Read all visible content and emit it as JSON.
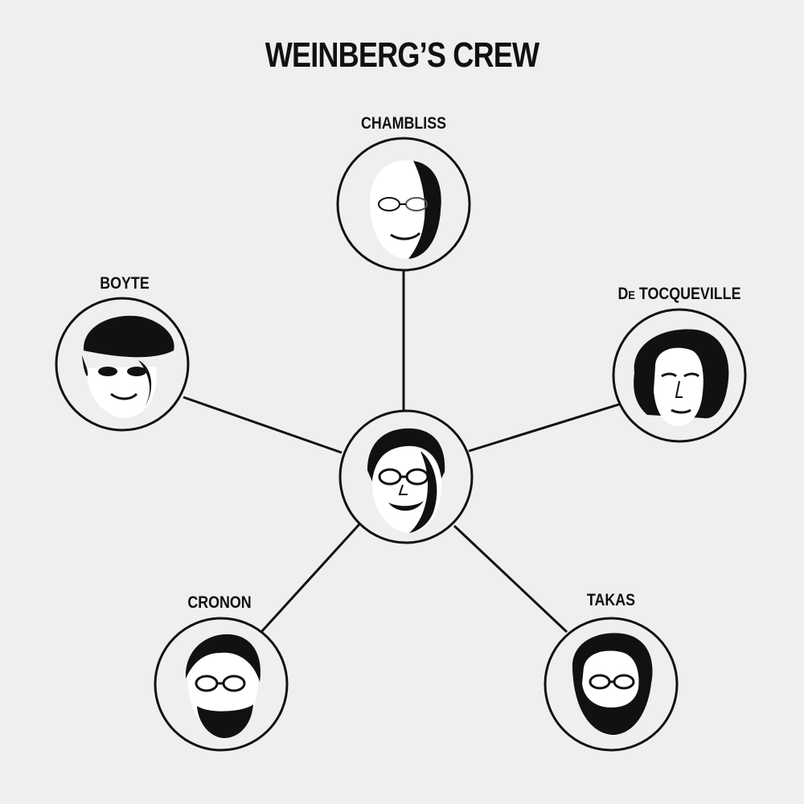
{
  "title": "WEINBERG’S CREW",
  "center": {
    "name": ""
  },
  "nodes": [
    {
      "id": "chambliss",
      "label": "CHAMBLISS"
    },
    {
      "id": "boyte",
      "label": "BOYTE"
    },
    {
      "id": "detocqueville",
      "label_prefix": "D",
      "label_small": "E",
      "label_rest": " TOCQUEVILLE"
    },
    {
      "id": "cronon",
      "label": "CRONON"
    },
    {
      "id": "takas",
      "label": "TAKAS"
    }
  ],
  "colors": {
    "background": "#efefef",
    "ink": "#111111",
    "face_fill": "#ffffff"
  }
}
